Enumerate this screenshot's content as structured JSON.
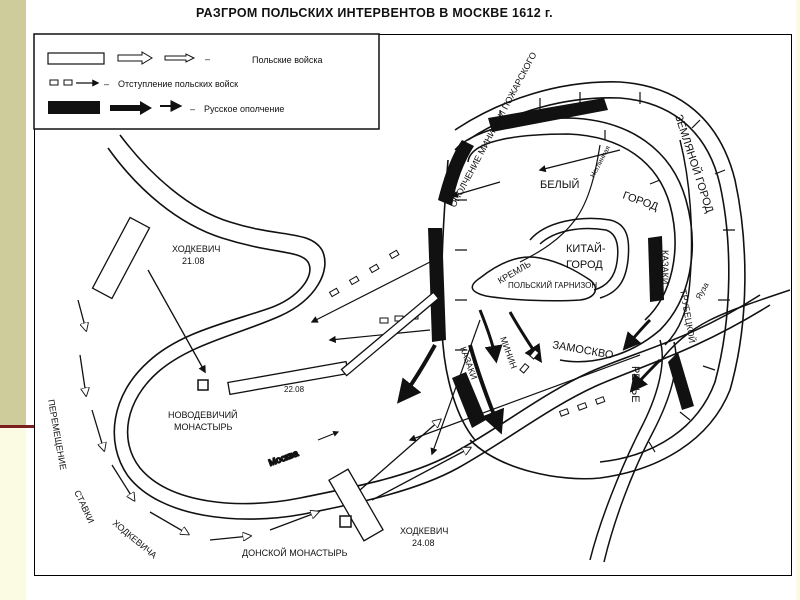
{
  "title": "РАЗГРОМ ПОЛЬСКИХ ИНТЕРВЕНТОВ В МОСКВЕ 1612 г.",
  "legend": {
    "polish_troops": "Польские войска",
    "polish_retreat": "Отступление польских войск",
    "russian_militia": "Русское ополчение"
  },
  "labels": {
    "militia": "ОПОЛЧЕНИЕ МИНИНА И ПОЖАРСКОГО",
    "belyi_gorod_1": "БЕЛЫЙ",
    "belyi_gorod_2": "ГОРОД",
    "zemlyanoi_gorod": "ЗЕМЛЯНОЙ ГОРОД",
    "neglinnaya": "Неглинная",
    "kitai_1": "КИТАЙ-",
    "kitai_2": "ГОРОД",
    "kreml": "КРЕМЛЬ",
    "garrison": "ПОЛЬСКИЙ ГАРНИЗОН",
    "zamoskvorechye_1": "ЗАМОСКВО",
    "zamoskvorechye_2": "РЕЧЬЕ",
    "kazaki_1": "КАЗАКИ",
    "kazaki_2": "КАЗАКИ",
    "minin": "МИНИН",
    "yauza": "Яуза",
    "trubetskoy": "ТРУБЕЦКОЙ",
    "khodkevich_1": "ХОДКЕВИЧ",
    "date_1": "21.08",
    "date_2": "22.08",
    "khodkevich_2": "ХОДКЕВИЧ",
    "date_3": "24.08",
    "novodevichy_1": "НОВОДЕВИЧИЙ",
    "novodevichy_2": "МОНАСТЫРЬ",
    "donskoy": "ДОНСКОЙ МОНАСТЫРЬ",
    "moskva": "Москва",
    "relocation_1": "ПЕРЕМЕЩЕНИЕ",
    "relocation_2": "СТАВКИ",
    "relocation_3": "ХОДКЕВИЧА"
  },
  "colors": {
    "ink": "#111111",
    "paper": "#ffffff",
    "slide_bg": "#fbfbe3",
    "side_block": "#cdcc9a",
    "accent_line": "#7b1f1f"
  }
}
